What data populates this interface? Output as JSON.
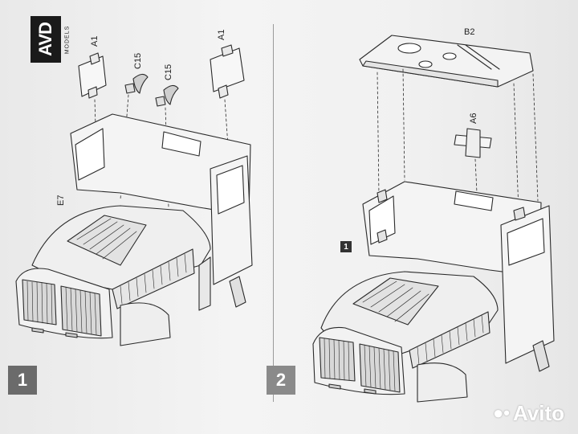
{
  "brand": {
    "logo_text": "AVD",
    "logo_sub": "MODELS"
  },
  "steps": {
    "left": "1",
    "right": "2"
  },
  "sub_step": "1",
  "parts": {
    "a1_left": "A1",
    "c15_a": "C15",
    "c15_b": "C15",
    "a1_right": "A1",
    "e7": "E7",
    "b2": "B2",
    "a6": "A6"
  },
  "watermark": {
    "text": "Avito"
  },
  "colors": {
    "line": "#2a2a2a",
    "paper": "#f0f0f0",
    "badge": "#6b6b6b"
  }
}
